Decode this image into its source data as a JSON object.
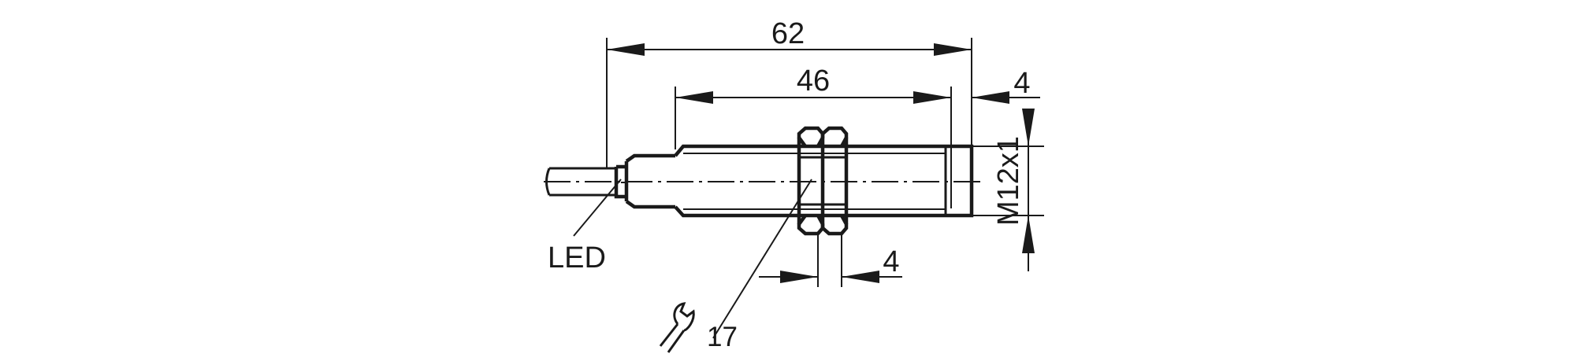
{
  "drawing": {
    "dimensions": {
      "overall_length": "62",
      "thread_length": "46",
      "end_offset": "4",
      "nut_width": "4",
      "thread_size": "M12x1"
    },
    "labels": {
      "led": "LED",
      "wrench_size": "17"
    },
    "icons": {
      "wrench": "wrench-icon"
    },
    "colors": {
      "line": "#1a1a1a",
      "background": "#ffffff"
    }
  }
}
